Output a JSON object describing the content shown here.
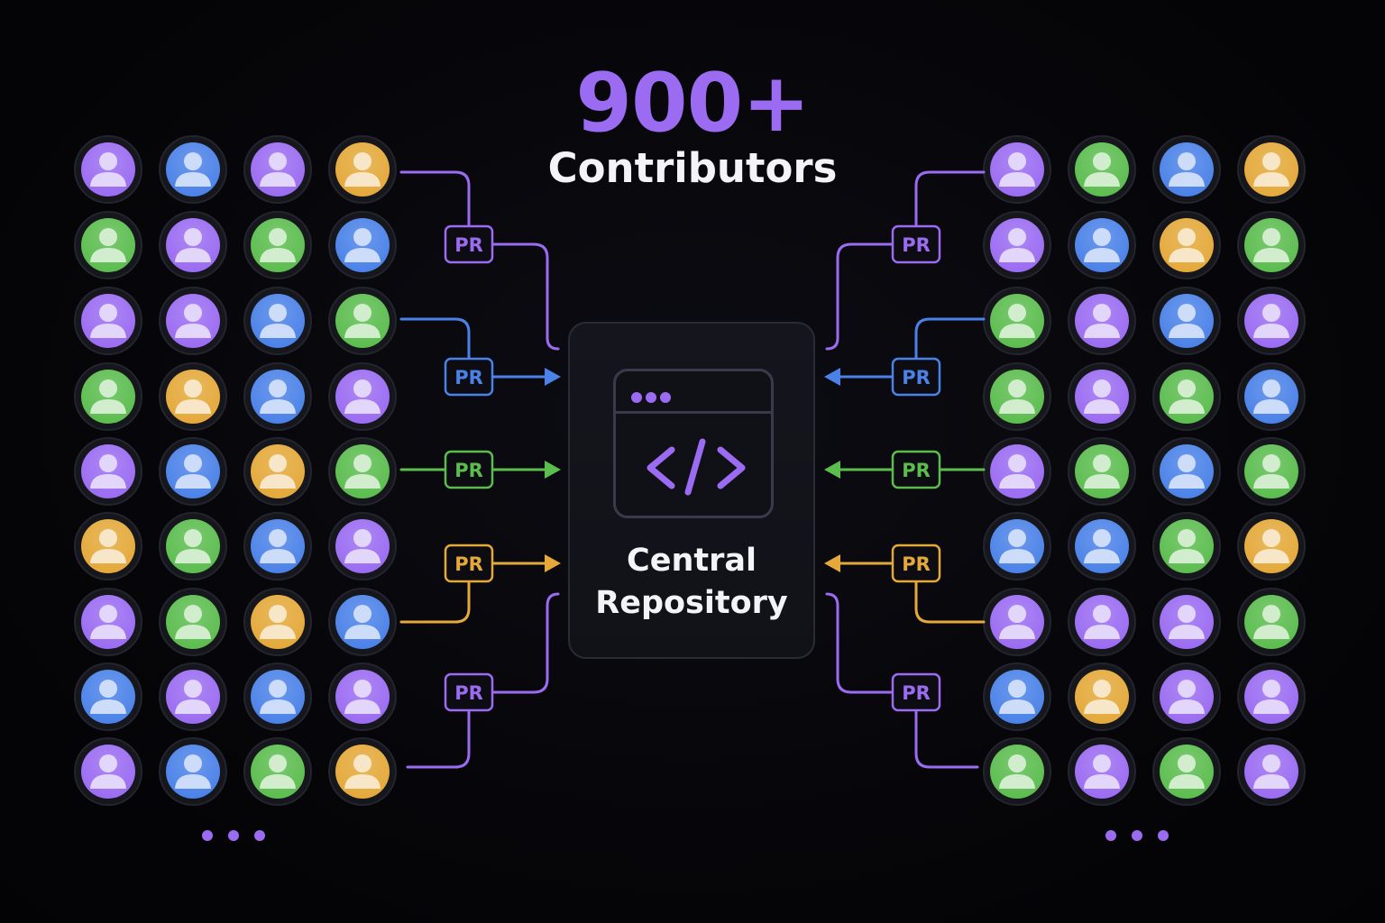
{
  "header": {
    "count": "900+",
    "subtitle": "Contributors"
  },
  "repository": {
    "line1": "Central",
    "line2": "Repository",
    "icon": "code-icon"
  },
  "badge_label": "PR",
  "more_indicator": "...",
  "colors": {
    "purple": "#9b6cf2",
    "blue": "#4b82e8",
    "green": "#5cbd4f",
    "orange": "#e4a93a",
    "background": "#050508"
  },
  "left_grid": [
    [
      "purple",
      "blue",
      "purple",
      "orange"
    ],
    [
      "green",
      "purple",
      "green",
      "blue"
    ],
    [
      "purple",
      "purple",
      "blue",
      "green"
    ],
    [
      "green",
      "orange",
      "blue",
      "purple"
    ],
    [
      "purple",
      "blue",
      "orange",
      "green"
    ],
    [
      "orange",
      "green",
      "blue",
      "purple"
    ],
    [
      "purple",
      "green",
      "orange",
      "blue"
    ],
    [
      "blue",
      "purple",
      "blue",
      "purple"
    ],
    [
      "purple",
      "blue",
      "green",
      "orange"
    ]
  ],
  "right_grid": [
    [
      "purple",
      "green",
      "blue",
      "orange"
    ],
    [
      "purple",
      "blue",
      "orange",
      "green"
    ],
    [
      "green",
      "purple",
      "blue",
      "purple"
    ],
    [
      "green",
      "purple",
      "green",
      "blue"
    ],
    [
      "purple",
      "green",
      "blue",
      "green"
    ],
    [
      "blue",
      "blue",
      "green",
      "orange"
    ],
    [
      "purple",
      "purple",
      "purple",
      "green"
    ],
    [
      "blue",
      "orange",
      "purple",
      "purple"
    ],
    [
      "green",
      "purple",
      "green",
      "purple"
    ]
  ],
  "left_connectors": [
    {
      "color": "purple",
      "from_row": 0,
      "badge": "elbow-up"
    },
    {
      "color": "blue",
      "from_row": 2,
      "badge": "elbow-arrow"
    },
    {
      "color": "green",
      "from_row": 4,
      "badge": "straight"
    },
    {
      "color": "orange",
      "from_row": 6,
      "badge": "elbow-arrow"
    },
    {
      "color": "purple",
      "from_row": 8,
      "badge": "elbow-down"
    }
  ],
  "right_connectors": [
    {
      "color": "purple",
      "from_row": 0,
      "badge": "elbow-up"
    },
    {
      "color": "blue",
      "from_row": 2,
      "badge": "elbow-arrow"
    },
    {
      "color": "green",
      "from_row": 4,
      "badge": "straight"
    },
    {
      "color": "orange",
      "from_row": 6,
      "badge": "elbow-arrow"
    },
    {
      "color": "purple",
      "from_row": 8,
      "badge": "elbow-down"
    }
  ]
}
